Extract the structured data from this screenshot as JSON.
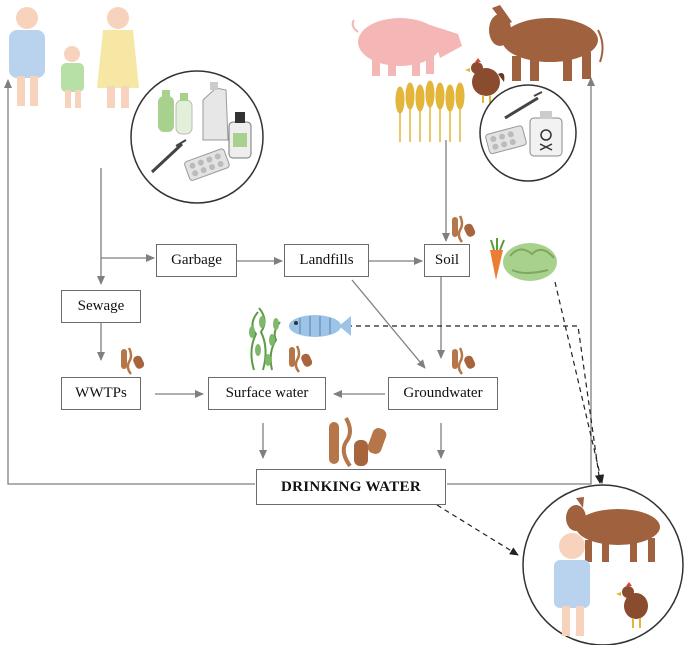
{
  "nodes": {
    "garbage": "Garbage",
    "landfills": "Landfills",
    "soil": "Soil",
    "sewage": "Sewage",
    "wwtps": "WWTPs",
    "surface_water": "Surface water",
    "groundwater": "Groundwater",
    "drinking_water": "DRINKING WATER"
  },
  "icons": {
    "family": "family-icon",
    "household_products": "household-chemicals-and-medicine-icon",
    "pig": "pig-icon",
    "cow": "cow-icon",
    "hen": "hen-icon",
    "wheat": "wheat-icon",
    "veterinary_products": "veterinary-drugs-and-pesticide-icon",
    "bacteria": "bacteria-icon",
    "carrot": "carrot-icon",
    "lettuce": "lettuce-icon",
    "algae": "algae-icon",
    "fish": "fish-icon",
    "exposed_group": "human-and-animals-exposure-icon"
  },
  "colors": {
    "arrow": "#7f7f7f",
    "box_border": "#6b6b6b",
    "bacteria": "#b5764a",
    "cow": "#a0613e",
    "pig": "#f4b7b5",
    "person_blue": "#b9d3ee",
    "child_green": "#b7e0a6",
    "person_yellow": "#f7e7a5",
    "skin": "#f7d3bd"
  }
}
